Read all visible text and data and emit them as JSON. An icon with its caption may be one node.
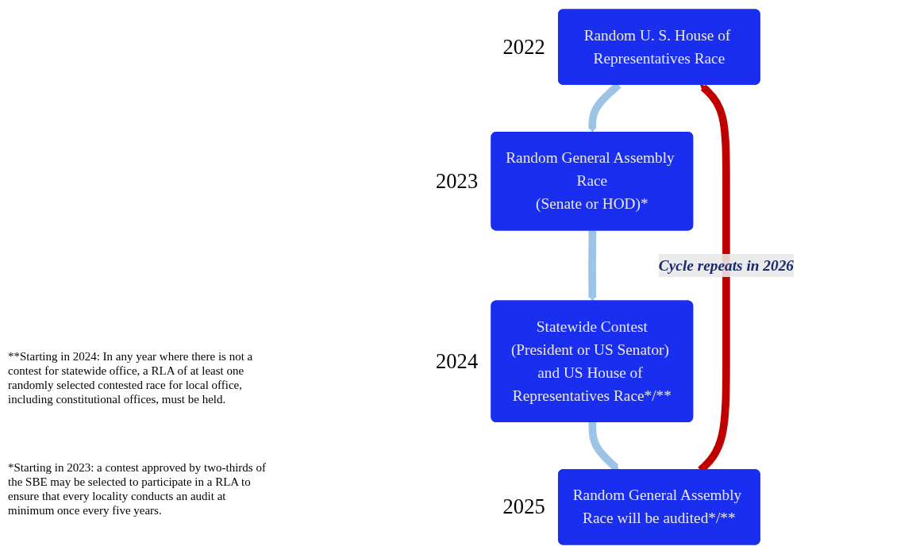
{
  "diagram": {
    "nodes": [
      {
        "text": [
          "Random U. S. House of Representatives Race"
        ],
        "beside": [
          "2022"
        ]
      },
      {
        "text": [
          "Random General Assembly Race",
          "(Senate or HOD)*"
        ],
        "beside": [
          "2023"
        ]
      },
      {
        "text": [
          "Statewide Contest",
          "(President or US Senator) and US House of Representatives Race*/**"
        ],
        "beside": [
          "2024"
        ]
      },
      {
        "text": [
          "Random General Assembly Race will be audited*/**"
        ],
        "beside": [
          "2025"
        ]
      }
    ],
    "edges": [
      {
        "from": 0,
        "to": 1,
        "arrow": "to"
      },
      {
        "from": 1,
        "to": 2,
        "arrow": "to"
      },
      {
        "from": 2,
        "to": 3,
        "arrow": "to"
      },
      {
        "from": 3,
        "to": 0,
        "arrow": "to",
        "color": "#c00000",
        "label": "Cycle repeats in 2026"
      }
    ],
    "labels": [
      "**Starting in 2024: In any year where there is not a contest for statewide office, a RLA of at least one randomly selected contested race for local office, including constitutional offices, must be held.",
      "*Starting in 2023: a contest approved by two-thirds of the SBE may be selected to participate in a RLA to ensure that every locality conducts an audit at minimum once every five years."
    ]
  }
}
